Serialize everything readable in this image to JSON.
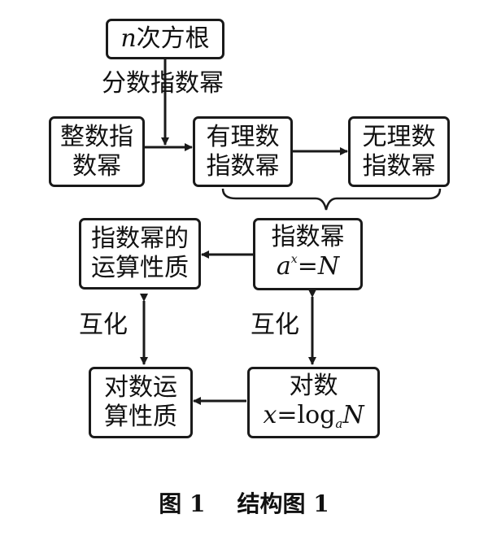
{
  "nodes": {
    "nth_root": {
      "var": "n",
      "text": "次方根"
    },
    "integer_exp": {
      "line1": "整数指",
      "line2": "数幂"
    },
    "rational_exp": {
      "line1": "有理数",
      "line2": "指数幂"
    },
    "irrational_exp": {
      "line1": "无理数",
      "line2": "指数幂"
    },
    "exp_props": {
      "line1": "指数幂的",
      "line2": "运算性质"
    },
    "exponent": {
      "line1": "指数幂",
      "base": "a",
      "power": "x",
      "rest": "=N"
    },
    "log_props": {
      "line1": "对数运",
      "line2": "算性质"
    },
    "logarithm": {
      "line1": "对数",
      "var": "x",
      "eq": "=log",
      "base": "a",
      "arg": "N"
    }
  },
  "edge_labels": {
    "fraction_exp": "分数指数幂",
    "convert_left": "互化",
    "convert_right": "互化"
  },
  "caption": "图 1    结构图 1"
}
